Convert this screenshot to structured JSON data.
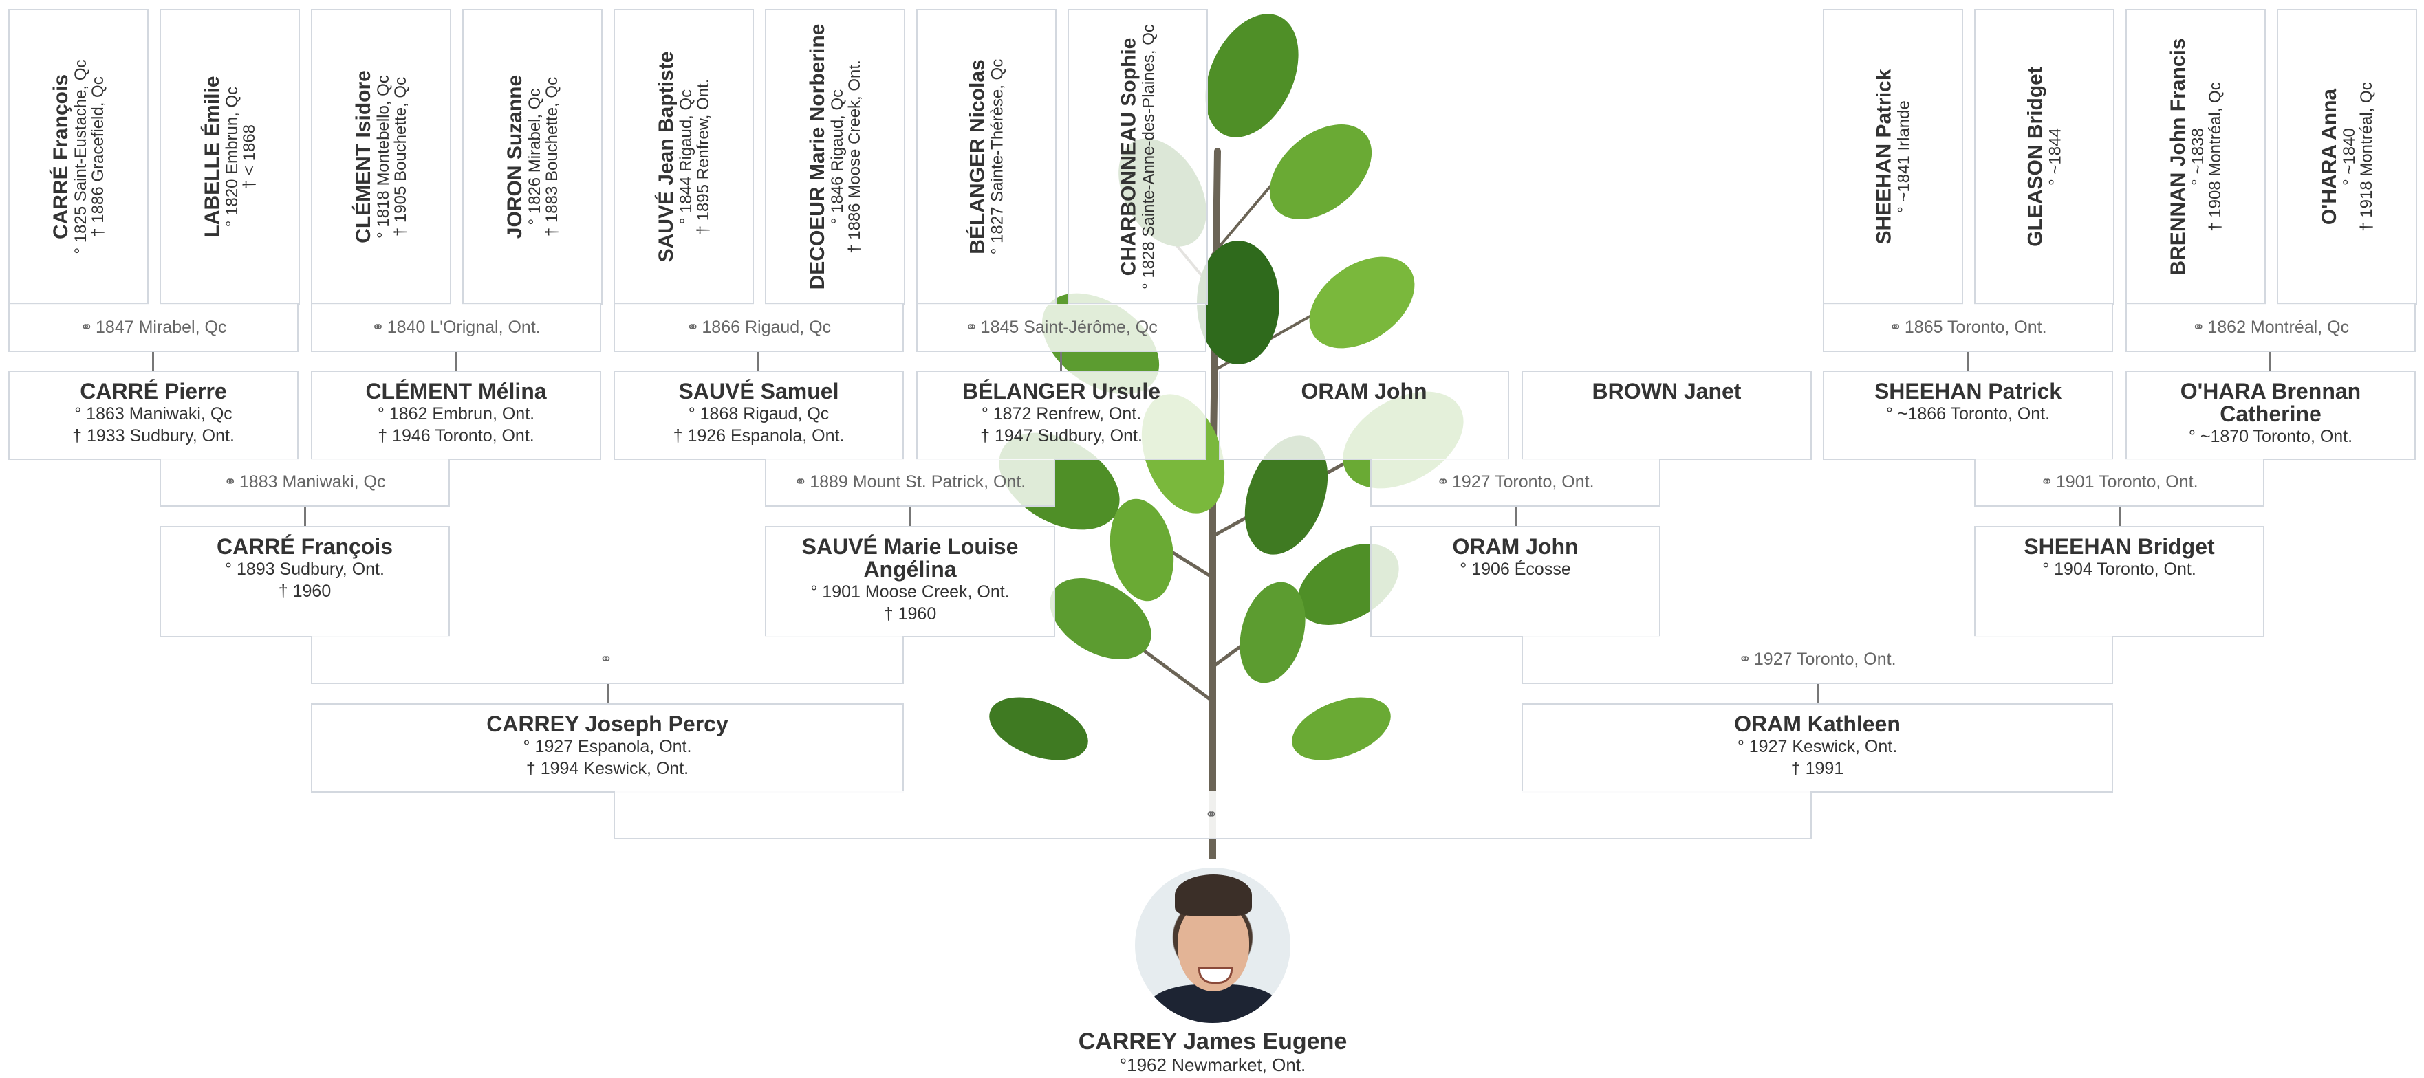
{
  "symbols": {
    "birth": "°",
    "death": "†",
    "marriage": "⚭"
  },
  "gen4": [
    {
      "name": "CARRÉ François",
      "birth": "° 1825 Saint-Eustache, Qc",
      "death": "† 1886 Gracefield, Qc"
    },
    {
      "name": "LABELLE Émilie",
      "birth": "° 1820 Embrun, Qc",
      "death": "† < 1868"
    },
    {
      "name": "CLÉMENT Isidore",
      "birth": "° 1818 Montebello, Qc",
      "death": "† 1905 Bouchette, Qc"
    },
    {
      "name": "JORON Suzanne",
      "birth": "° 1826 Mirabel, Qc",
      "death": "† 1883 Bouchette, Qc"
    },
    {
      "name": "SAUVÉ Jean Baptiste",
      "birth": "° 1844 Rigaud, Qc",
      "death": "† 1895 Renfrew, Ont."
    },
    {
      "name": "DECOEUR Marie Norberine",
      "birth": "° 1846 Rigaud, Qc",
      "death": "† 1886 Moose Creek, Ont."
    },
    {
      "name": "BÉLANGER Nicolas",
      "birth": "° 1827 Sainte-Thérèse, Qc",
      "death": ""
    },
    {
      "name": "CHARBONNEAU Sophie",
      "birth": "° 1828 Sainte-Anne-des-Plaines, Qc",
      "death": ""
    },
    {
      "name": "SHEEHAN Patrick",
      "birth": "° ~1841 Irlande",
      "death": ""
    },
    {
      "name": "GLEASON Bridget",
      "birth": "° ~1844",
      "death": ""
    },
    {
      "name": "BRENNAN John Francis",
      "birth": "° ~1838",
      "death": "† 1908 Montréal, Qc"
    },
    {
      "name": "O'HARA Anna",
      "birth": "° ~1840",
      "death": "† 1918 Montréal, Qc"
    }
  ],
  "gen4_marriages": [
    "1847 Mirabel, Qc",
    "1840 L'Orignal, Ont.",
    "1866 Rigaud, Qc",
    "1845 Saint-Jérôme, Qc",
    "1865 Toronto, Ont.",
    "1862 Montréal, Qc"
  ],
  "gen3": [
    {
      "name": "CARRÉ Pierre",
      "birth": "° 1863 Maniwaki, Qc",
      "death": "† 1933 Sudbury, Ont."
    },
    {
      "name": "CLÉMENT Mélina",
      "birth": "° 1862 Embrun, Ont.",
      "death": "† 1946 Toronto, Ont."
    },
    {
      "name": "SAUVÉ Samuel",
      "birth": "° 1868 Rigaud, Qc",
      "death": "† 1926 Espanola, Ont."
    },
    {
      "name": "BÉLANGER Ursule",
      "birth": "° 1872 Renfrew, Ont.",
      "death": "† 1947 Sudbury, Ont."
    },
    {
      "name": "ORAM John",
      "birth": "",
      "death": ""
    },
    {
      "name": "BROWN Janet",
      "birth": "",
      "death": ""
    },
    {
      "name": "SHEEHAN Patrick",
      "birth": "° ~1866 Toronto, Ont.",
      "death": ""
    },
    {
      "name": "O'HARA Brennan Catherine",
      "birth": "° ~1870 Toronto, Ont.",
      "death": ""
    }
  ],
  "gen3_marriages": [
    "1883 Maniwaki, Qc",
    "1889 Mount St. Patrick, Ont.",
    "1927 Toronto, Ont.",
    "1901 Toronto, Ont."
  ],
  "gen2": [
    {
      "name": "CARRÉ François",
      "birth": "° 1893 Sudbury, Ont.",
      "death": "† 1960"
    },
    {
      "name": "SAUVÉ Marie Louise Angélina",
      "birth": "° 1901 Moose Creek, Ont.",
      "death": "† 1960"
    },
    {
      "name": "ORAM John",
      "birth": "° 1906 Écosse",
      "death": ""
    },
    {
      "name": "SHEEHAN Bridget",
      "birth": "° 1904 Toronto, Ont.",
      "death": ""
    }
  ],
  "gen2_marriages": [
    "",
    "1927 Toronto, Ont."
  ],
  "gen1": [
    {
      "name": "CARREY Joseph Percy",
      "birth": "° 1927 Espanola, Ont.",
      "death": "† 1994 Keswick, Ont."
    },
    {
      "name": "ORAM Kathleen",
      "birth": "° 1927 Keswick, Ont.",
      "death": "† 1991"
    }
  ],
  "gen1_marriage": "",
  "subject": {
    "name": "CARREY James Eugene",
    "birth": "°1962 Newmarket, Ont."
  }
}
